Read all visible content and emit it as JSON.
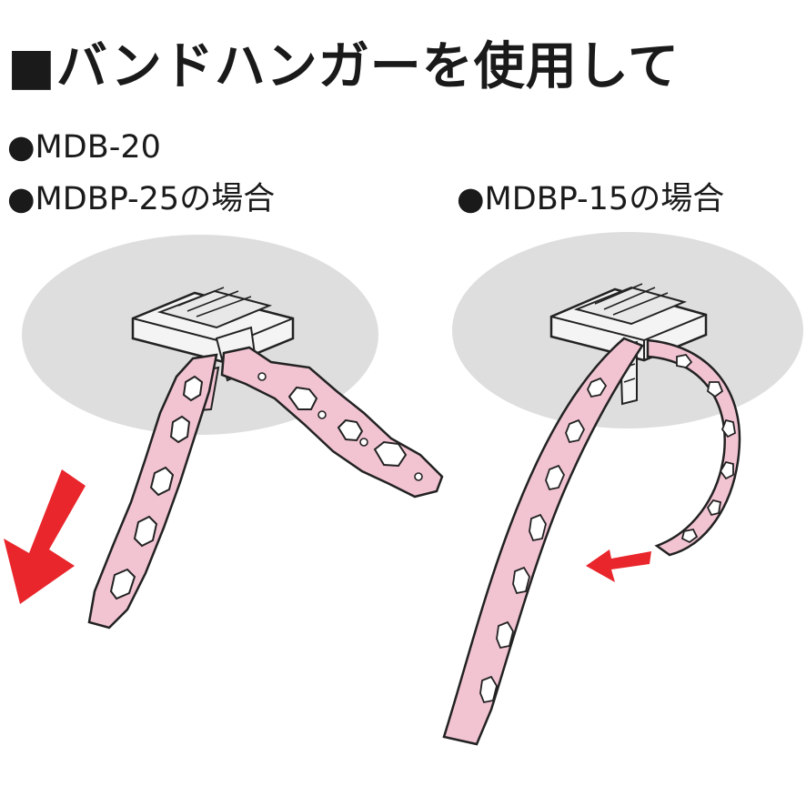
{
  "title": "■バンドハンガーを使用して",
  "labels": {
    "left_line1": "●MDB-20",
    "left_line2": "●MDBP-25の場合",
    "right_line1": "●MDBP-15の場合"
  },
  "colors": {
    "ceiling_gray": "#dedede",
    "band_pink": "#f2c4d2",
    "outline": "#222222",
    "arrow_red": "#e8262c"
  },
  "icons": {
    "left_arrow": "arrow-down-left-icon",
    "right_arrow": "arrow-left-icon"
  }
}
